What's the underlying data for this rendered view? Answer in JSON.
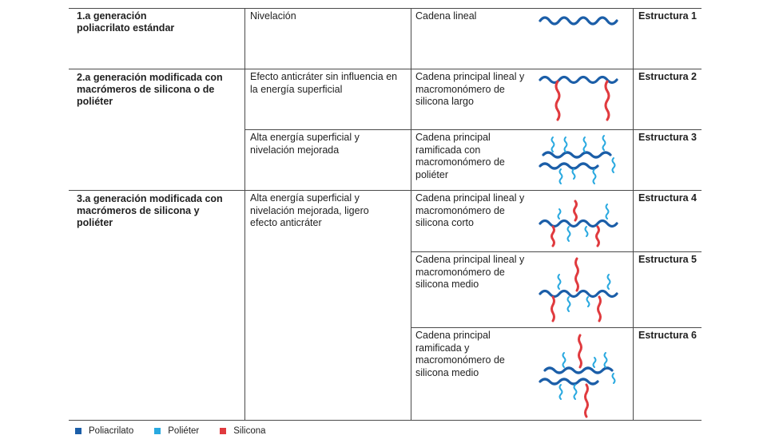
{
  "colors": {
    "poliacrilato": "#1b5ea8",
    "polieter": "#29a9e0",
    "silicona": "#e03a3e",
    "lines": "#4a4a4a"
  },
  "generations": [
    {
      "label": "1.a generación poliacrilato estándar"
    },
    {
      "label": "2.a generación modificada con macrómeros de silicona o de poliéter"
    },
    {
      "label": "3.a generación modificada con macrómeros de silicona y poliéter"
    }
  ],
  "effects": [
    "Nivelación",
    "Efecto anticráter sin influencia en la energía superficial",
    "Alta energía superficial y nivelación mejorada",
    "Alta energía superficial y nivelación mejorada, ligero efecto anticráter"
  ],
  "structures": [
    {
      "chain": "Cadena lineal",
      "label": "Estructura 1",
      "icon": "linear-chain"
    },
    {
      "chain": "Cadena principal lineal y macromonómero de silicona largo",
      "label": "Estructura 2",
      "icon": "linear-chain-long-silicone"
    },
    {
      "chain": "Cadena principal ramificada con macromonómero de poliéter",
      "label": "Estructura 3",
      "icon": "branched-chain-polyether"
    },
    {
      "chain": "Cadena principal lineal y macromonómero de silicona corto",
      "label": "Estructura 4",
      "icon": "linear-chain-short-silicone-polyether"
    },
    {
      "chain": "Cadena principal lineal y macromonómero de silicona medio",
      "label": "Estructura 5",
      "icon": "linear-chain-medium-silicone-polyether"
    },
    {
      "chain": "Cadena principal ramificada y macromonómero de silicona medio",
      "label": "Estructura 6",
      "icon": "branched-chain-medium-silicone-polyether"
    }
  ],
  "legend": [
    {
      "label": "Poliacrilato",
      "color": "#1b5ea8"
    },
    {
      "label": "Poliéter",
      "color": "#29a9e0"
    },
    {
      "label": "Silicona",
      "color": "#e03a3e"
    }
  ]
}
